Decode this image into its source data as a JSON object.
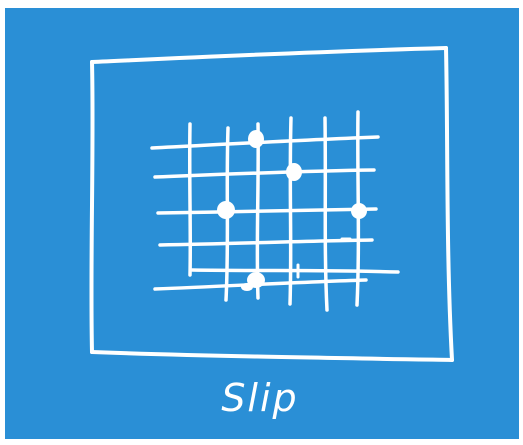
{
  "sketch": {
    "caption": "Slip",
    "colors": {
      "background": "#2a8fd6",
      "ink": "#ffffff",
      "page": "#ffffff"
    },
    "grid": {
      "horizontal_lines": 6,
      "vertical_lines": 6,
      "dot_count": 6
    }
  }
}
